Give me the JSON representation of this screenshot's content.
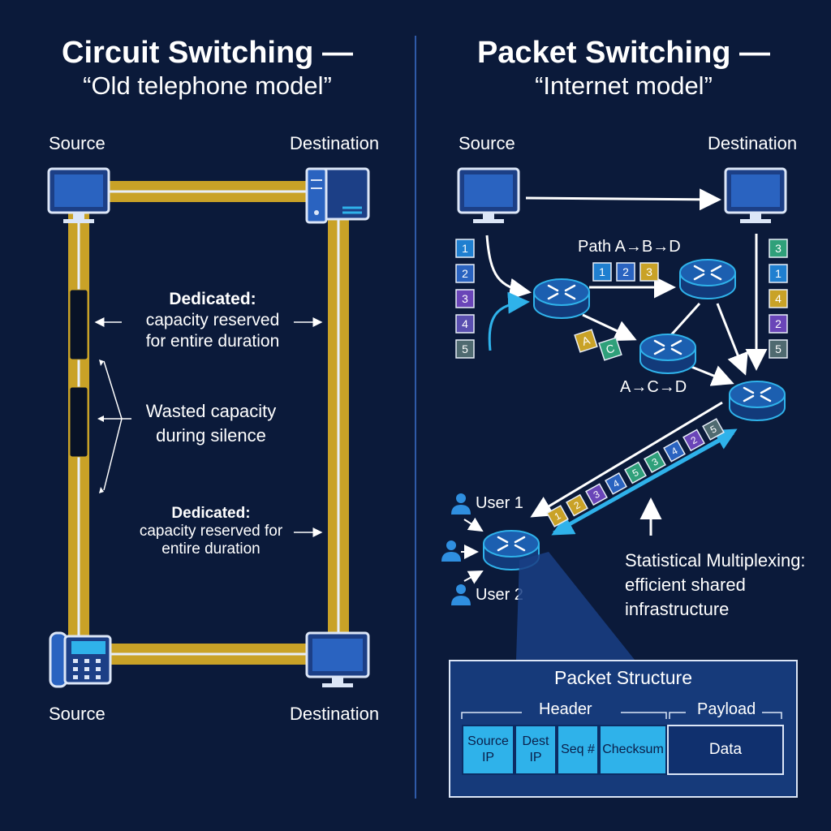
{
  "left": {
    "title": "Circuit Switching —",
    "subtitle": "“Old telephone model”",
    "labels": {
      "source_top": "Source",
      "destination_top": "Destination",
      "source_bottom": "Source",
      "destination_bottom": "Destination"
    },
    "annotations": {
      "dedicated_1_title": "Dedicated:",
      "dedicated_1_line1": "capacity reserved",
      "dedicated_1_line2": "for entire duration",
      "wasted_line1": "Wasted capacity",
      "wasted_line2": "during silence",
      "dedicated_2_title": "Dedicated:",
      "dedicated_2_line1": "capacity reserved for",
      "dedicated_2_line2": "entire duration"
    },
    "colors": {
      "circuit": "#c9a227"
    }
  },
  "right": {
    "title": "Packet Switching —",
    "subtitle": "“Internet model”",
    "labels": {
      "source": "Source",
      "destination": "Destination",
      "path_abd": "Path A→B→D",
      "path_acd": "A→C→D",
      "user1": "User 1",
      "user2": "User 2"
    },
    "source_packets": [
      "1",
      "2",
      "3",
      "4",
      "5"
    ],
    "dest_packets": [
      "3",
      "1",
      "4",
      "2",
      "5"
    ],
    "path_abd_packets": [
      "1",
      "2",
      "3"
    ],
    "path_acd_packets": [
      "A",
      "C"
    ],
    "stream_packets": [
      "1",
      "2",
      "3",
      "4",
      "5",
      "3",
      "4",
      "2",
      "5"
    ],
    "stat_mux": {
      "line1": "Statistical Multiplexing:",
      "line2": "efficient shared",
      "line3": "infrastructure"
    },
    "packet_structure": {
      "title": "Packet Structure",
      "header_label": "Header",
      "payload_label": "Payload",
      "fields": [
        "Source IP",
        "Dest IP",
        "Seq #",
        "Checksum",
        "Data"
      ]
    },
    "colors": {
      "packet_1": "#1f7fd0",
      "packet_2": "#2a63c0",
      "packet_3": "#6a45b8",
      "packet_4": "#5a4fb0",
      "packet_5": "#4f6a70",
      "packet_yellow": "#c9a227",
      "packet_green": "#2fa07a",
      "header_field": "#2fb2ea"
    }
  }
}
